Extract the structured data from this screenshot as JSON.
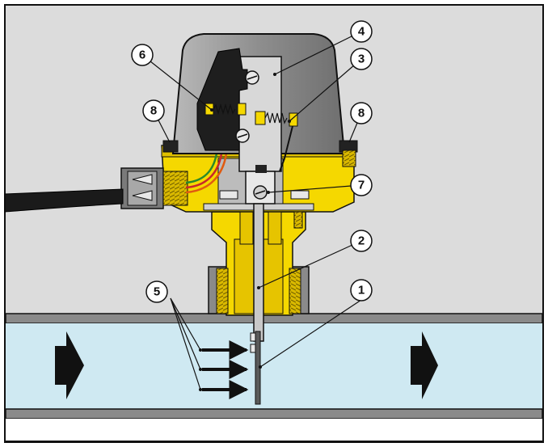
{
  "colors": {
    "background": "#dcdcdc",
    "frame": "#111111",
    "pipe_wall": "#8a8a8a",
    "fluid": "#cfe9f2",
    "housing_yellow": "#f5d800",
    "cover_grey": "#9a9a9a",
    "cable": "#1a1a1a",
    "flow_arrow": "#111111"
  },
  "callouts": [
    {
      "id": "1",
      "label": "1"
    },
    {
      "id": "2",
      "label": "2"
    },
    {
      "id": "3",
      "label": "3"
    },
    {
      "id": "4",
      "label": "4"
    },
    {
      "id": "5",
      "label": "5"
    },
    {
      "id": "6",
      "label": "6"
    },
    {
      "id": "7",
      "label": "7"
    },
    {
      "id": "8a",
      "label": "8"
    },
    {
      "id": "8b",
      "label": "8"
    }
  ],
  "flow_direction": "left-to-right"
}
